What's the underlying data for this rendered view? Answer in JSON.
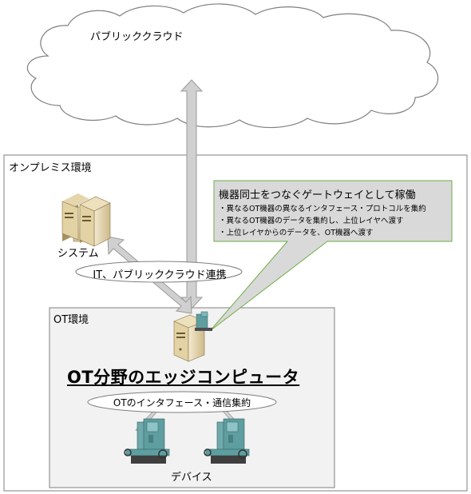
{
  "cloud": {
    "label": "パブリッククラウド"
  },
  "onprem": {
    "label": "オンプレミス環境"
  },
  "ot_env": {
    "label": "OT環境"
  },
  "system": {
    "label": "システム"
  },
  "it_link": {
    "label": "IT、パブリッククラウド連携"
  },
  "edge": {
    "title": "OT分野のエッジコンピュータ"
  },
  "ot_interface": {
    "label": "OTのインタフェース・通信集約"
  },
  "devices": {
    "label": "デバイス"
  },
  "callout": {
    "title": "機器同士をつなぐゲートウェイとして稼働",
    "items": [
      "・異なるOT機器の異なるインタフェース・プロトコルを集約",
      "・異なるOT機器のデータを集約し、上位レイヤへ渡す",
      "・上位レイヤからのデータを、OT機器へ渡す"
    ]
  },
  "colors": {
    "arrow_fill": "#d0d0d0",
    "arrow_stroke": "#9a9a9a",
    "ot_env_fill": "#f2f2f2",
    "callout_fill": "#d9d9d9",
    "callout_border": "#70ad47",
    "server_body": "#e8dcb8",
    "machine_teal": "#5f9ea0"
  }
}
